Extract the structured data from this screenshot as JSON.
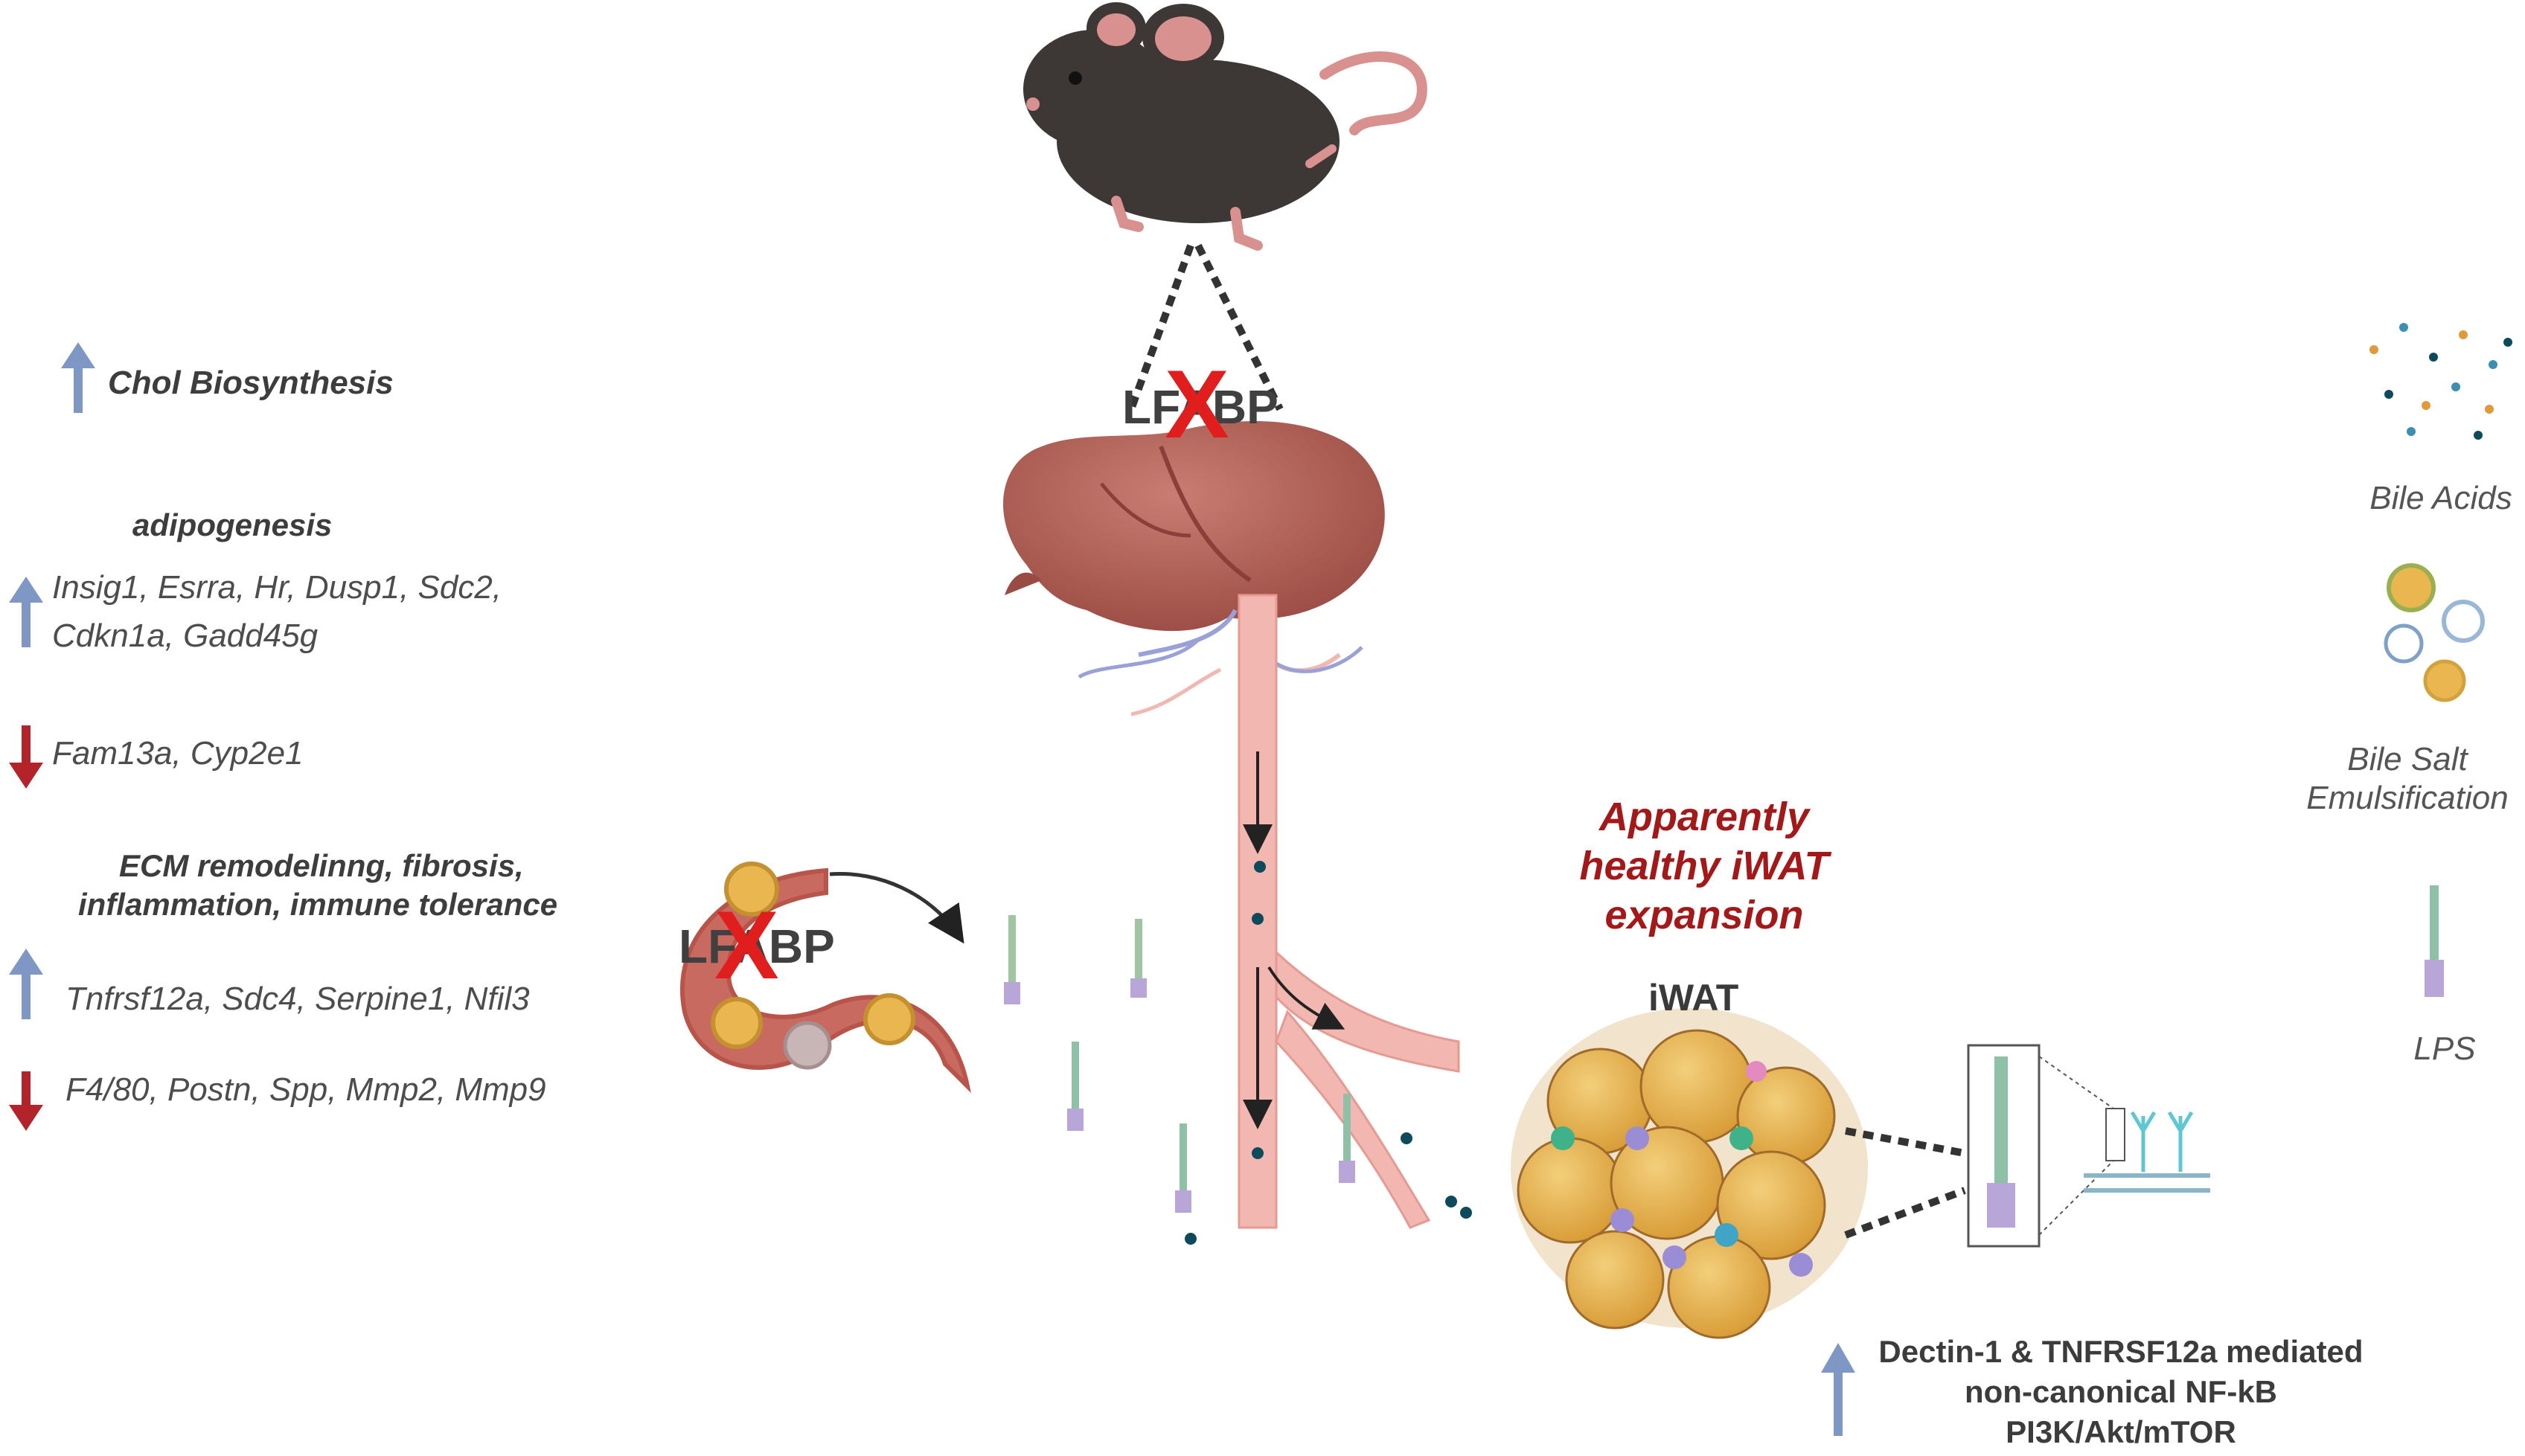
{
  "left_panel": {
    "chol": "Chol Biosynthesis",
    "adipogenesis_head": "adipogenesis",
    "adipo_up_line1": "Insig1, Esrra, Hr, Dusp1, Sdc2,",
    "adipo_up_line2": "Cdkn1a, Gadd45g",
    "adipo_down": "Fam13a, Cyp2e1",
    "ecm_head_line1": "ECM remodelinng, fibrosis,",
    "ecm_head_line2": "inflammation, immune tolerance",
    "ecm_up": "Tnfrsf12a, Sdc4, Serpine1, Nfil3",
    "ecm_down": "F4/80, Postn, Spp, Mmp2, Mmp9"
  },
  "knockout": {
    "liver_label": "LFABP",
    "intestine_label": "LFABP",
    "mark": "X"
  },
  "iwat": {
    "title_line1": "Apparently",
    "title_line2": "healthy iWAT",
    "title_line3": "expansion",
    "label": "iWAT",
    "signal_line1": "Dectin-1 & TNFRSF12a mediated",
    "signal_line2": "non-canonical NF-kB",
    "signal_line3": "PI3K/Akt/mTOR"
  },
  "legend": {
    "bile_acids": "Bile Acids",
    "emulsification_line1": "Bile Salt",
    "emulsification_line2": "Emulsification",
    "lps": "LPS"
  },
  "colors": {
    "up_arrow": "#7f97c4",
    "down_arrow": "#b3242a",
    "red_x": "#e01e1e",
    "title_red": "#a31818",
    "liver": "#b8675e",
    "vessel": "#f2b7b0",
    "fat_cell": "#e9b64f",
    "mouse": "#3d3836"
  }
}
